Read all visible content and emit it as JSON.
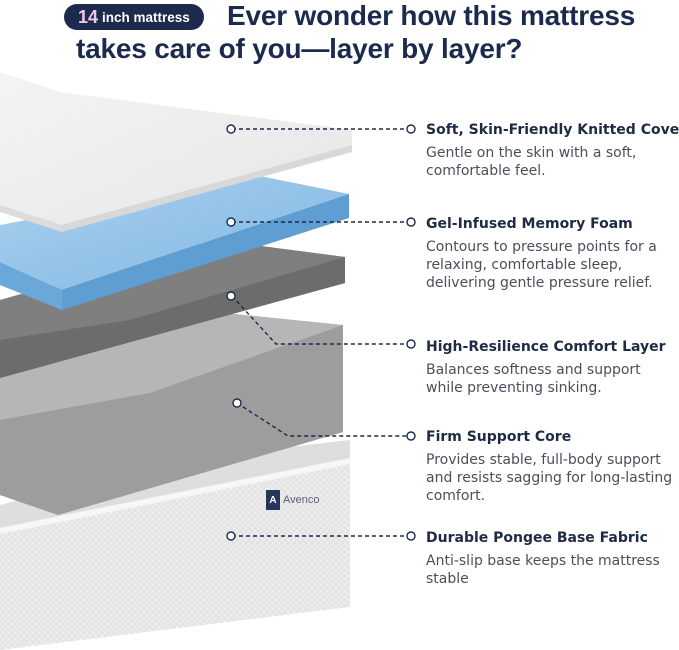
{
  "header": {
    "badge_number": "14",
    "badge_text": "inch mattress",
    "headline_line1": "Ever wonder how this mattress",
    "headline_line2": "takes care of you—layer by layer?"
  },
  "brand": {
    "name": "Avenco",
    "logo_icon": "a-logo-icon"
  },
  "layers": [
    {
      "title": "Soft, Skin-Friendly Knitted Cover",
      "description": "Gentle on the skin with a soft, comfortable feel."
    },
    {
      "title": "Gel-Infused Memory Foam",
      "description": "Contours to pressure points for a relaxing, comfortable sleep, delivering gentle pressure relief."
    },
    {
      "title": "High-Resilience Comfort Layer",
      "description": "Balances softness and support while preventing sinking."
    },
    {
      "title": "Firm Support Core",
      "description": "Provides stable, full-body support and resists sagging for long-lasting comfort."
    },
    {
      "title": "Durable Pongee Base Fabric",
      "description": "Anti-slip base keeps the mattress stable"
    }
  ],
  "colors": {
    "navy": "#1c2a4d",
    "badge_accent": "#efc7f2",
    "memory_foam_blue": "#7fb6e2",
    "comfort_gray": "#7b7b7b",
    "core_gray": "#a9a9a9",
    "cover_white": "#f1f1f1"
  }
}
